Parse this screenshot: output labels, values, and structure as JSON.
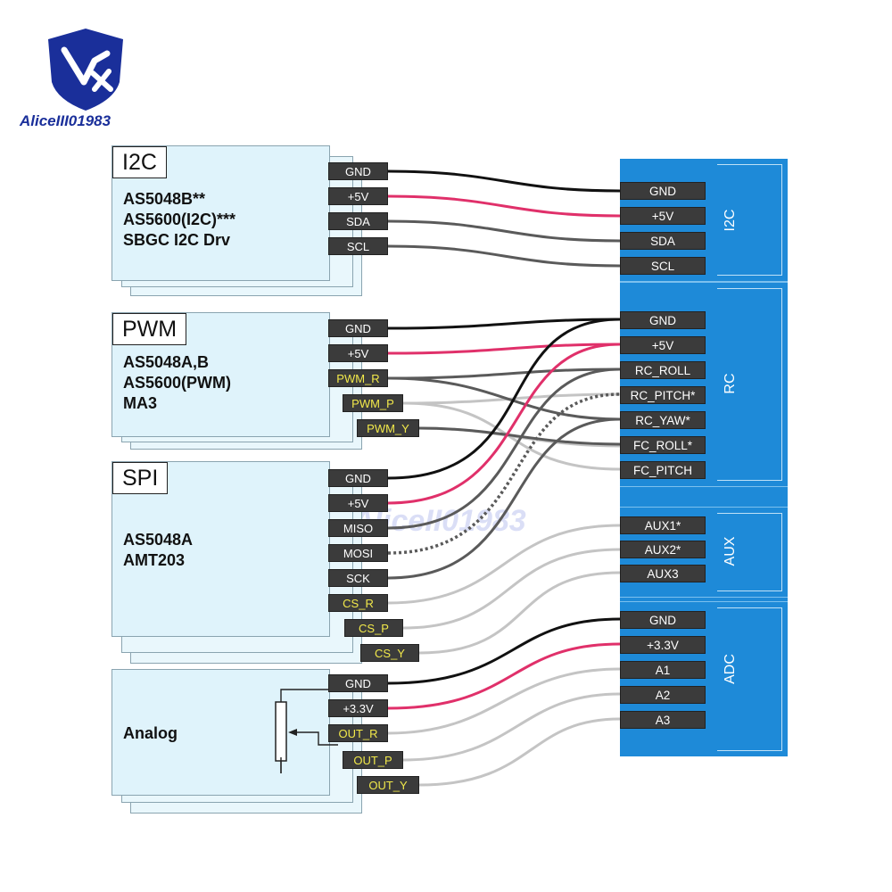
{
  "brand": {
    "logo_text": "AliceIII01983",
    "watermark_text": "AliceII01983"
  },
  "modules": [
    {
      "id": "i2c",
      "title": "I2C",
      "lines": [
        "AS5048B**",
        "AS5600(I2C)***",
        "SBGC  I2C  Drv"
      ],
      "pins": [
        "GND",
        "+5V",
        "SDA",
        "SCL"
      ]
    },
    {
      "id": "pwm",
      "title": "PWM",
      "lines": [
        "AS5048A,B",
        "AS5600(PWM)",
        "MA3"
      ],
      "pins": [
        "GND",
        "+5V",
        "PWM_R",
        "PWM_P",
        "PWM_Y"
      ]
    },
    {
      "id": "spi",
      "title": "SPI",
      "lines": [
        "AS5048A",
        "AMT203"
      ],
      "pins": [
        "GND",
        "+5V",
        "MISO",
        "MOSI",
        "SCK",
        "CS_R",
        "CS_P",
        "CS_Y"
      ]
    },
    {
      "id": "analog",
      "title": "",
      "lines": [
        "Analog"
      ],
      "pins": [
        "GND",
        "+3.3V",
        "OUT_R",
        "OUT_P",
        "OUT_Y"
      ]
    }
  ],
  "board": {
    "color": "#1e8ad8",
    "sections": [
      {
        "label": "I2C",
        "pins": [
          "GND",
          "+5V",
          "SDA",
          "SCL"
        ]
      },
      {
        "label": "RC",
        "pins": [
          "GND",
          "+5V",
          "RC_ROLL",
          "RC_PITCH*",
          "RC_YAW*",
          "FC_ROLL*",
          "FC_PITCH"
        ]
      },
      {
        "label": "AUX",
        "pins": [
          "AUX1*",
          "AUX2*",
          "AUX3"
        ]
      },
      {
        "label": "ADC",
        "pins": [
          "GND",
          "+3.3V",
          "A1",
          "A2",
          "A3"
        ]
      }
    ]
  },
  "wire_colors": {
    "ground": "#111111",
    "power": "#e0306a",
    "signal_dark": "#5a5a5a",
    "signal_light": "#c4c4c4"
  }
}
